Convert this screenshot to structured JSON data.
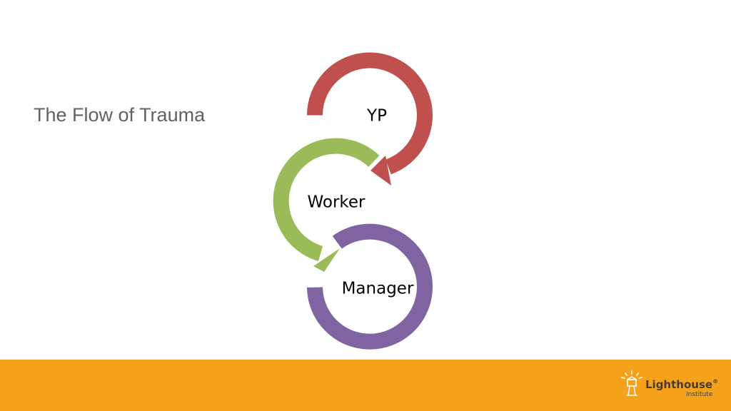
{
  "slide": {
    "title": "The Flow of Trauma"
  },
  "diagram": {
    "nodes": [
      {
        "label": "YP",
        "color": "#c0504d"
      },
      {
        "label": "Worker",
        "color": "#9bbb59"
      },
      {
        "label": "Manager",
        "color": "#8064a2"
      }
    ]
  },
  "footer": {
    "color": "#f5a21a",
    "logo": {
      "name": "Lighthouse",
      "registered": "®",
      "subtitle": "Institute",
      "icon": "lighthouse-icon"
    }
  }
}
